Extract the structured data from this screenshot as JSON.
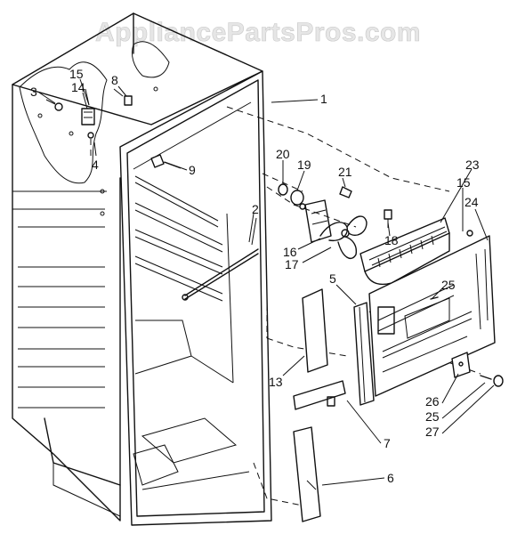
{
  "watermark": "AppliancePartsPros.com",
  "callouts": [
    {
      "id": "c1",
      "text": "1"
    },
    {
      "id": "c2",
      "text": "2"
    },
    {
      "id": "c3",
      "text": "3"
    },
    {
      "id": "c4",
      "text": "4"
    },
    {
      "id": "c5",
      "text": "5"
    },
    {
      "id": "c6",
      "text": "6"
    },
    {
      "id": "c7",
      "text": "7"
    },
    {
      "id": "c8",
      "text": "8"
    },
    {
      "id": "c9",
      "text": "9"
    },
    {
      "id": "c13",
      "text": "13"
    },
    {
      "id": "c14",
      "text": "14"
    },
    {
      "id": "c15a",
      "text": "15"
    },
    {
      "id": "c15b",
      "text": "15"
    },
    {
      "id": "c16",
      "text": "16"
    },
    {
      "id": "c17",
      "text": "17"
    },
    {
      "id": "c18",
      "text": "18"
    },
    {
      "id": "c19",
      "text": "19"
    },
    {
      "id": "c20",
      "text": "20"
    },
    {
      "id": "c21",
      "text": "21"
    },
    {
      "id": "c23",
      "text": "23"
    },
    {
      "id": "c24",
      "text": "24"
    },
    {
      "id": "c25a",
      "text": "25"
    },
    {
      "id": "c25b",
      "text": "25"
    },
    {
      "id": "c26",
      "text": "26"
    },
    {
      "id": "c27",
      "text": "27"
    }
  ]
}
